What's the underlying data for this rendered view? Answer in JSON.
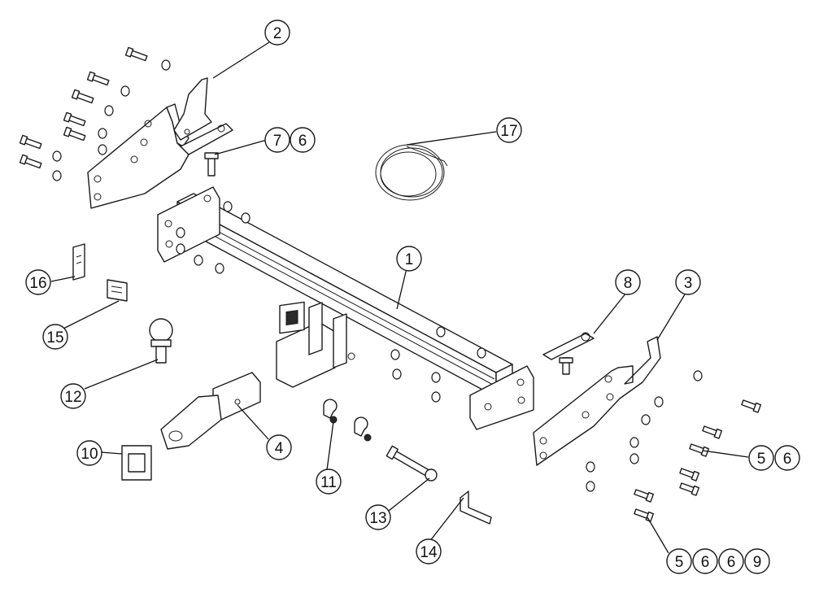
{
  "callouts": {
    "c1": "1",
    "c2": "2",
    "c3": "3",
    "c4": "4",
    "c5a": "5",
    "c6a": "6",
    "c5b": "5",
    "c6b": "6",
    "c6c": "6",
    "c9": "9",
    "c7": "7",
    "c6d": "6",
    "c8": "8",
    "c10": "10",
    "c11": "11",
    "c12": "12",
    "c13": "13",
    "c14": "14",
    "c15": "15",
    "c16": "16",
    "c17": "17"
  },
  "colors": {
    "line": "#111111",
    "background": "#ffffff"
  }
}
